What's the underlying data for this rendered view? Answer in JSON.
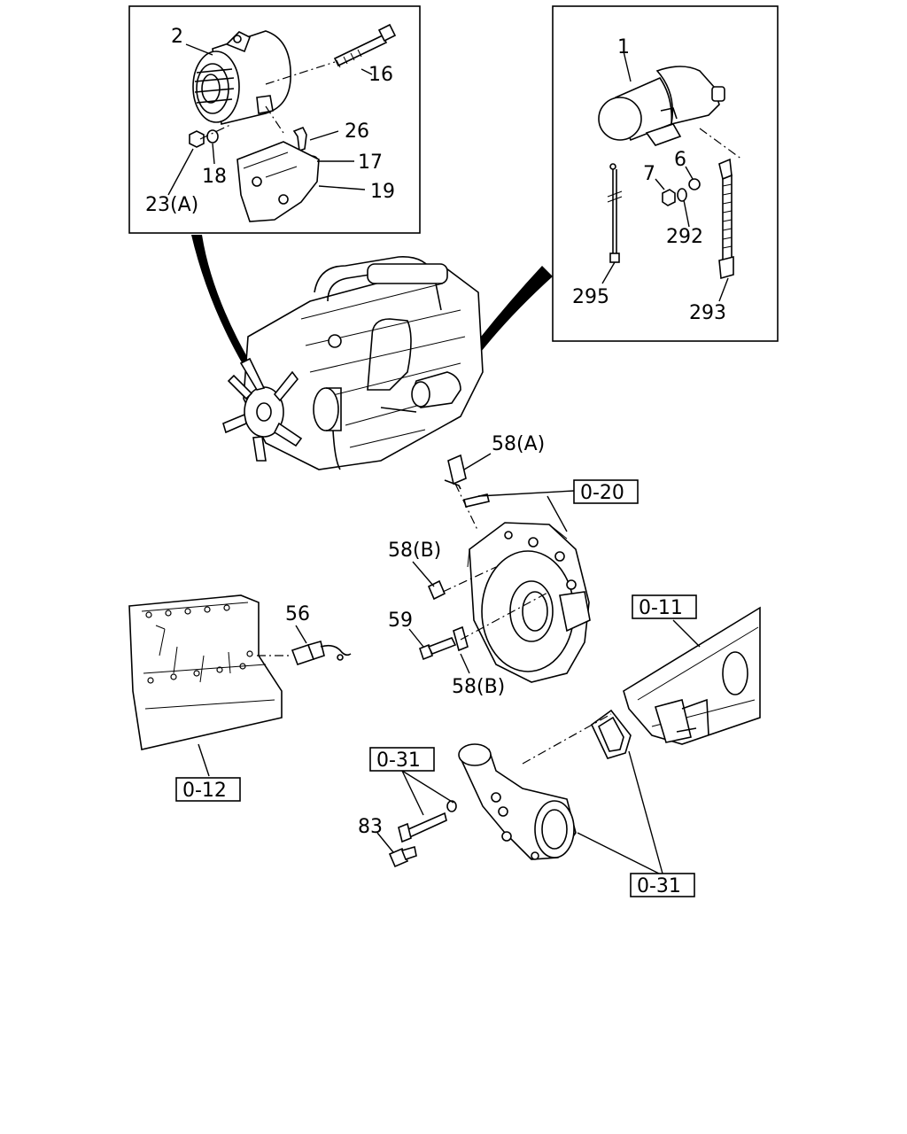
{
  "callouts": {
    "n2": "2",
    "n16": "16",
    "n26": "26",
    "n17": "17",
    "n18": "18",
    "n19": "19",
    "n23a": "23(A)",
    "n1": "1",
    "n6": "6",
    "n7": "7",
    "n292": "292",
    "n295": "295",
    "n293": "293",
    "n58a": "58(A)",
    "n58b_top": "58(B)",
    "n58b_bottom": "58(B)",
    "n59": "59",
    "n56": "56",
    "n83": "83"
  },
  "refs": {
    "r020": "0-20",
    "r011": "0-11",
    "r012": "0-12",
    "r031_left": "0-31",
    "r031_right": "0-31"
  }
}
